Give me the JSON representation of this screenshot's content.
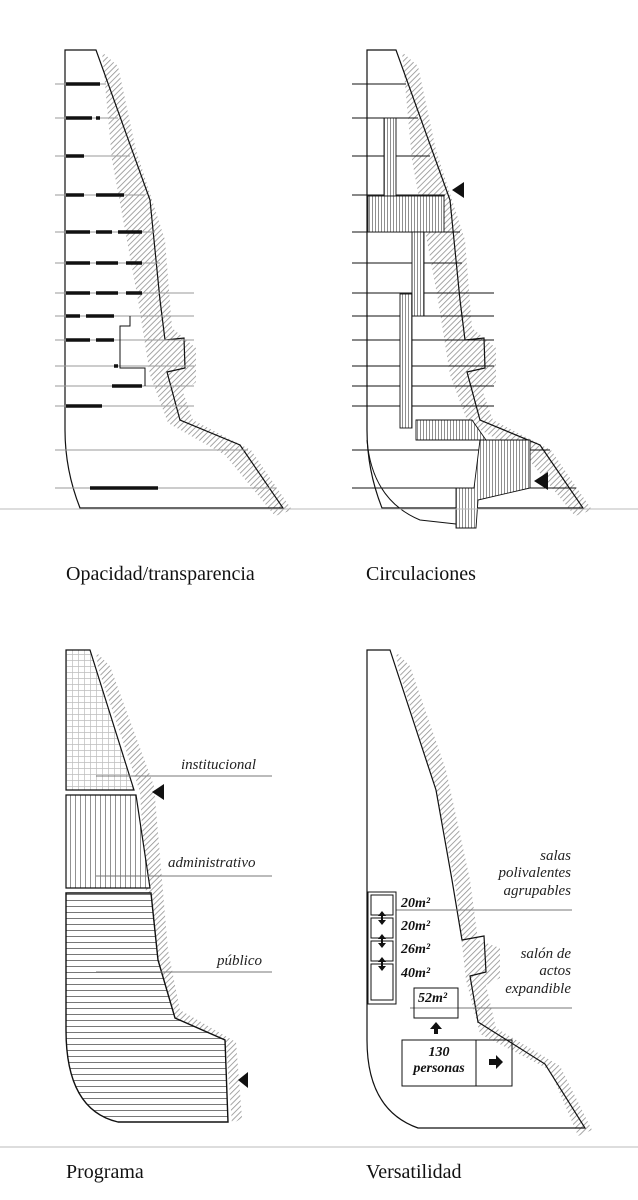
{
  "panels": {
    "opacidad": {
      "title": "Opacidad/transparencia"
    },
    "circulaciones": {
      "title": "Circulaciones"
    },
    "programa": {
      "title": "Programa",
      "zones": [
        "institucional",
        "administrativo",
        "público"
      ]
    },
    "versatilidad": {
      "title": "Versatilidad",
      "labels": {
        "salas": "salas\npolivalentes\nagrupables",
        "salon": "salón de\nactos\nexpandible"
      },
      "rooms": [
        "20m²",
        "20m²",
        "26m²",
        "40m²",
        "52m²"
      ],
      "capacity": "130\npersonas"
    }
  },
  "colors": {
    "line": "#111111",
    "hatch": "#9a9a9a",
    "grid": "#bdbdbd"
  }
}
